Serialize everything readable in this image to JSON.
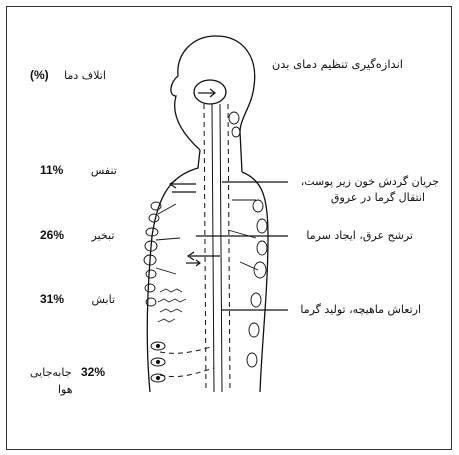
{
  "title": "اندازه‌گیری تنظیم دمای بدن",
  "left_header": {
    "label": "اتلاف دما",
    "unit": "(%)"
  },
  "rows": [
    {
      "percent": "11%",
      "label": "تنفس"
    },
    {
      "percent": "26%",
      "label": "تبخیر"
    },
    {
      "percent": "31%",
      "label": "تابش"
    },
    {
      "percent": "32%",
      "label": "جابه‌جایی",
      "label_line2": "هوا"
    }
  ],
  "callouts": [
    {
      "line1": "جریان گردش خون زیر پوست،",
      "line2": "انتقال گرما در عروق"
    },
    {
      "line1": "ترشح عرق، ایجاد سرما"
    },
    {
      "line1": "ارتعاش ماهیچه، تولید گرما"
    }
  ]
}
